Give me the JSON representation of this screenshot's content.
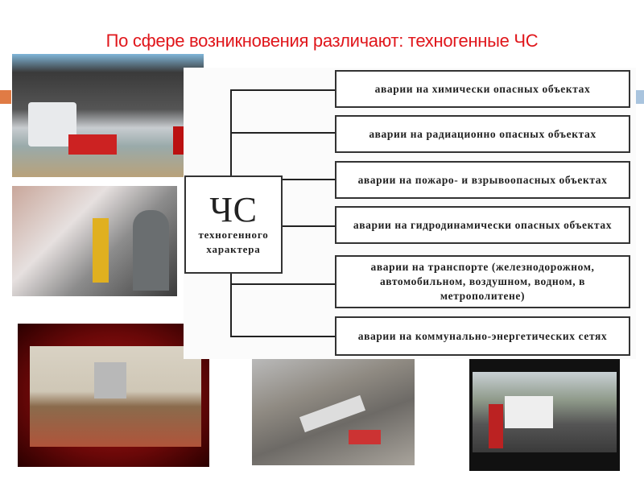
{
  "slide": {
    "title": "По сфере возникновения различают: техногенные  ЧС"
  },
  "diagram": {
    "center": {
      "abbr": "ЧС",
      "line1": "техногенного",
      "line2": "характера"
    },
    "items": [
      {
        "label": "аварии на химически опасных объектах"
      },
      {
        "label": "аварии на радиационно опасных объектах"
      },
      {
        "label": "аварии на пожаро- и взрывоопасных объектах"
      },
      {
        "label": "аварии на гидродинамически опасных объектах"
      },
      {
        "label": "аварии на транспорте (железнодорожном, автомобильном, воздушном, водном, в метрополитене)"
      },
      {
        "label": "аварии на коммунально-энергетических сетях"
      }
    ]
  },
  "colors": {
    "title": "#e0161b",
    "accent_left": "#e07b45",
    "accent_right": "#a9c4de"
  }
}
